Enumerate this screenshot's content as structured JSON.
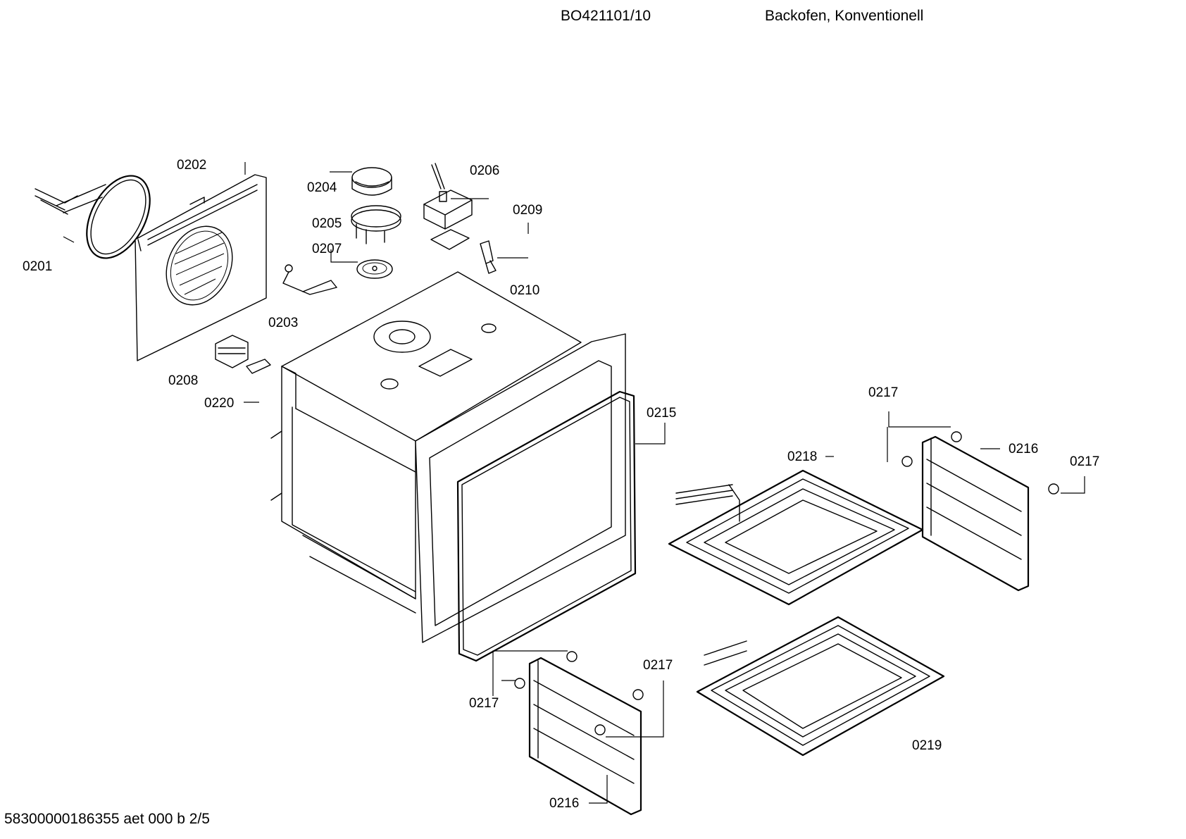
{
  "header": {
    "model": "BO421101/10",
    "description": "Backofen, Konventionell"
  },
  "footer": {
    "document_code": "58300000186355 aet 000 b 2/5"
  },
  "callouts": {
    "c0201": "0201",
    "c0202": "0202",
    "c0203": "0203",
    "c0204": "0204",
    "c0205": "0205",
    "c0206": "0206",
    "c0207": "0207",
    "c0208": "0208",
    "c0209": "0209",
    "c0210": "0210",
    "c0215": "0215",
    "c0216_right": "0216",
    "c0216_bottom": "0216",
    "c0217_top": "0217",
    "c0217_right": "0217",
    "c0217_left": "0217",
    "c0217_mid": "0217",
    "c0218": "0218",
    "c0219": "0219",
    "c0220": "0220"
  }
}
